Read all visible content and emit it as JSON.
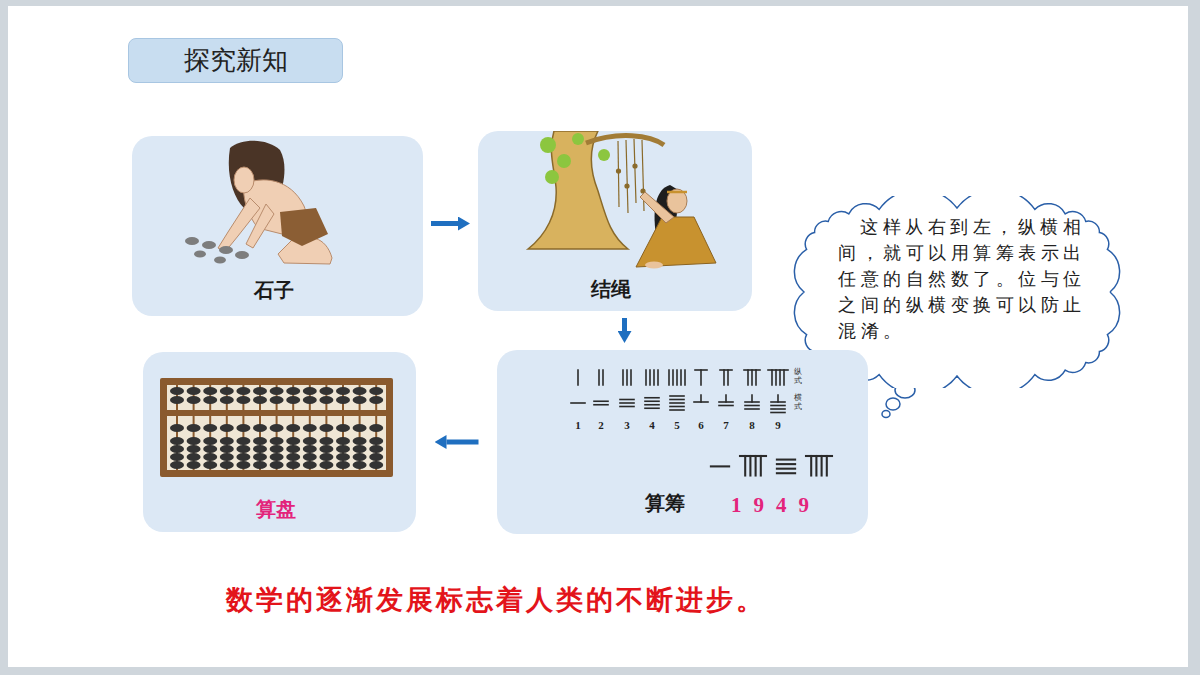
{
  "diagram": {
    "title": "探究新知",
    "caption": "数学的逐渐发展标志着人类的不断进步。",
    "nodes": [
      {
        "text": [
          "石子"
        ]
      },
      {
        "text": [
          "结绳"
        ]
      },
      {
        "text": [
          "这样从右到左，纵横相间，就可以用算筹表示出任意的自然数了。位与位之间的纵横变换可以防止混淆。"
        ]
      },
      {
        "text": [
          "算盘"
        ]
      },
      {
        "text": [
          "算筹",
          "1949",
          "纵式",
          "横式",
          "1",
          "2",
          "3",
          "4",
          "5",
          "6",
          "7",
          "8",
          "9"
        ]
      }
    ],
    "edges": [
      {
        "from": 0,
        "to": 1,
        "arrow": "to"
      },
      {
        "from": 1,
        "to": 4,
        "arrow": "to"
      },
      {
        "from": 4,
        "to": 3,
        "arrow": "to"
      }
    ]
  }
}
